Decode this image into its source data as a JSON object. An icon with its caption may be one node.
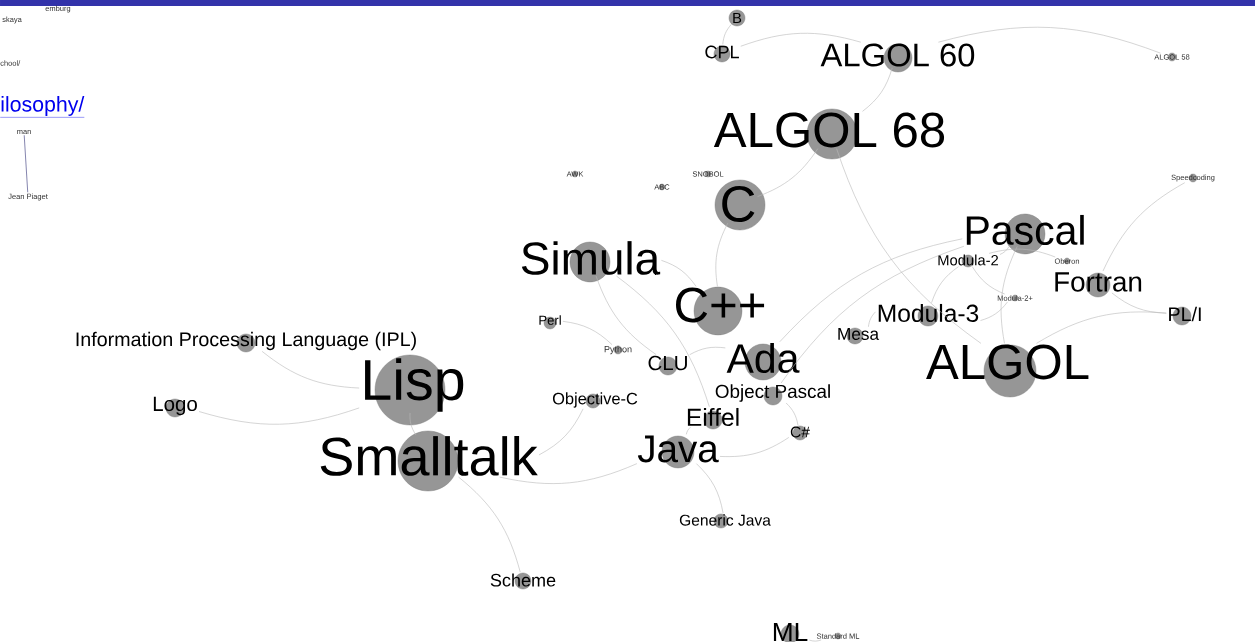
{
  "diagram": {
    "nodes": [
      {
        "text": [
          "B"
        ]
      },
      {
        "text": [
          "CPL"
        ]
      },
      {
        "text": [
          "ALGOL 60"
        ]
      },
      {
        "text": [
          "ALGOL 58"
        ]
      },
      {
        "text": [
          "ALGOL 68"
        ]
      },
      {
        "text": [
          "AWK"
        ]
      },
      {
        "text": [
          "SNOBOL"
        ]
      },
      {
        "text": [
          "Speedcoding"
        ]
      },
      {
        "text": [
          "ABC"
        ]
      },
      {
        "text": [
          "C"
        ]
      },
      {
        "text": [
          "Pascal"
        ]
      },
      {
        "text": [
          "Simula"
        ]
      },
      {
        "text": [
          "Modula-2"
        ]
      },
      {
        "text": [
          "Oberon"
        ]
      },
      {
        "text": [
          "Fortran"
        ]
      },
      {
        "text": [
          "Modula-2+"
        ]
      },
      {
        "text": [
          "C++"
        ]
      },
      {
        "text": [
          "Modula-3"
        ]
      },
      {
        "text": [
          "PL/I"
        ]
      },
      {
        "text": [
          "Perl"
        ]
      },
      {
        "text": [
          "Mesa"
        ]
      },
      {
        "text": [
          "Information Processing Language (IPL)"
        ]
      },
      {
        "text": [
          "Python"
        ]
      },
      {
        "text": [
          "Ada"
        ]
      },
      {
        "text": [
          "CLU"
        ]
      },
      {
        "text": [
          "ALGOL"
        ]
      },
      {
        "text": [
          "Lisp"
        ]
      },
      {
        "text": [
          "Object Pascal"
        ]
      },
      {
        "text": [
          "Objective-C"
        ]
      },
      {
        "text": [
          "Logo"
        ]
      },
      {
        "text": [
          "Eiffel"
        ]
      },
      {
        "text": [
          "C#"
        ]
      },
      {
        "text": [
          "Java"
        ]
      },
      {
        "text": [
          "Smalltalk"
        ]
      },
      {
        "text": [
          "Generic Java"
        ]
      },
      {
        "text": [
          "Scheme"
        ]
      },
      {
        "text": [
          "ML"
        ]
      },
      {
        "text": [
          "Standard ML"
        ]
      },
      {
        "text": [
          "man"
        ]
      },
      {
        "text": [
          "Jean Piaget"
        ]
      }
    ],
    "edges": [
      {
        "from": 1,
        "to": 0,
        "arrow": "none"
      },
      {
        "from": 2,
        "to": 1,
        "arrow": "none"
      },
      {
        "from": 2,
        "to": 4,
        "arrow": "none"
      },
      {
        "from": 3,
        "to": 2,
        "arrow": "none"
      },
      {
        "from": 4,
        "to": 9,
        "arrow": "none"
      },
      {
        "from": 9,
        "to": 16,
        "arrow": "none"
      },
      {
        "from": 11,
        "to": 16,
        "arrow": "none"
      },
      {
        "from": 26,
        "to": 33,
        "arrow": "none"
      },
      {
        "from": 26,
        "to": 29,
        "arrow": "none"
      },
      {
        "from": 21,
        "to": 26,
        "arrow": "none"
      },
      {
        "from": 33,
        "to": 35,
        "arrow": "none"
      },
      {
        "from": 33,
        "to": 32,
        "arrow": "none"
      },
      {
        "from": 32,
        "to": 34,
        "arrow": "none"
      },
      {
        "from": 32,
        "to": 31,
        "arrow": "none"
      },
      {
        "from": 10,
        "to": 12,
        "arrow": "none"
      },
      {
        "from": 12,
        "to": 17,
        "arrow": "none"
      },
      {
        "from": 25,
        "to": 10,
        "arrow": "none"
      },
      {
        "from": 10,
        "to": 23,
        "arrow": "none"
      },
      {
        "from": 20,
        "to": 17,
        "arrow": "none"
      },
      {
        "from": 14,
        "to": 18,
        "arrow": "none"
      },
      {
        "from": 25,
        "to": 18,
        "arrow": "none"
      },
      {
        "from": 33,
        "to": 28,
        "arrow": "none"
      },
      {
        "from": 24,
        "to": 23,
        "arrow": "none"
      },
      {
        "from": 30,
        "to": 32,
        "arrow": "none"
      },
      {
        "from": 27,
        "to": 31,
        "arrow": "none"
      },
      {
        "from": 36,
        "to": 37,
        "arrow": "none"
      },
      {
        "from": 19,
        "to": 22,
        "arrow": "none"
      },
      {
        "from": 7,
        "to": 14,
        "arrow": "none"
      },
      {
        "from": 12,
        "to": 13,
        "arrow": "none"
      },
      {
        "from": 12,
        "to": 15,
        "arrow": "none"
      },
      {
        "from": 15,
        "to": 17,
        "arrow": "none"
      },
      {
        "from": 11,
        "to": 24,
        "arrow": "none"
      },
      {
        "from": 11,
        "to": 30,
        "arrow": "none"
      },
      {
        "from": 10,
        "to": 27,
        "arrow": "none"
      },
      {
        "from": 25,
        "to": 4,
        "arrow": "none"
      },
      {
        "from": 38,
        "to": 39,
        "arrow": "none",
        "color": "#333377"
      }
    ],
    "labels": [
      "emburg",
      "skaya",
      "chool/",
      "ilosophy/"
    ]
  }
}
